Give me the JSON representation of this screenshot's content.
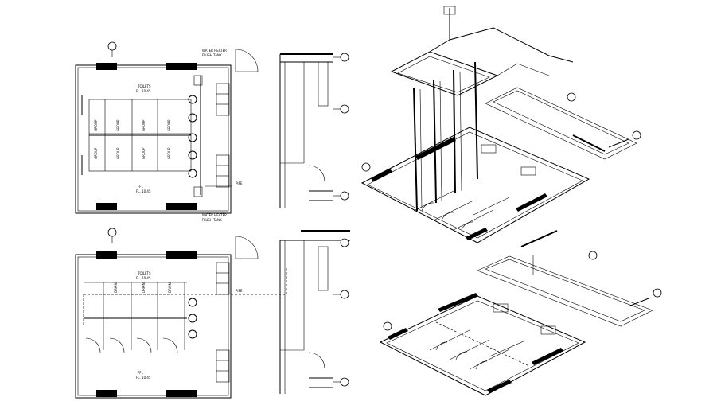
{
  "plan_top": {
    "room_label_upper": "TOILETS",
    "room_label_upper_sub": "FL. 10.45",
    "room_label_lower": "FFL",
    "room_label_lower_sub": "FL. 10.45",
    "note_top": "WATER HEATER",
    "note_top_sub": "FLUSH TANK",
    "note_bottom": "WATER HEATER",
    "note_bottom_sub": "FLUSH TANK",
    "pipe_labels": [
      "GROUP",
      "GROUP",
      "GROUP",
      "GROUP",
      "GROUP",
      "GROUP",
      "GROUP",
      "GROUP"
    ],
    "side_label": "PIPE"
  },
  "plan_bottom": {
    "room_label_upper": "TOILETS",
    "room_label_upper_sub": "FL. 10.45",
    "room_label_lower": "FFL",
    "room_label_lower_sub": "FL. 10.45",
    "pipe_labels": [
      "DRAIN",
      "DRAIN",
      "DRAIN"
    ],
    "side_label": "PIPE"
  },
  "colors": {
    "line": "#000000",
    "background": "#ffffff"
  }
}
